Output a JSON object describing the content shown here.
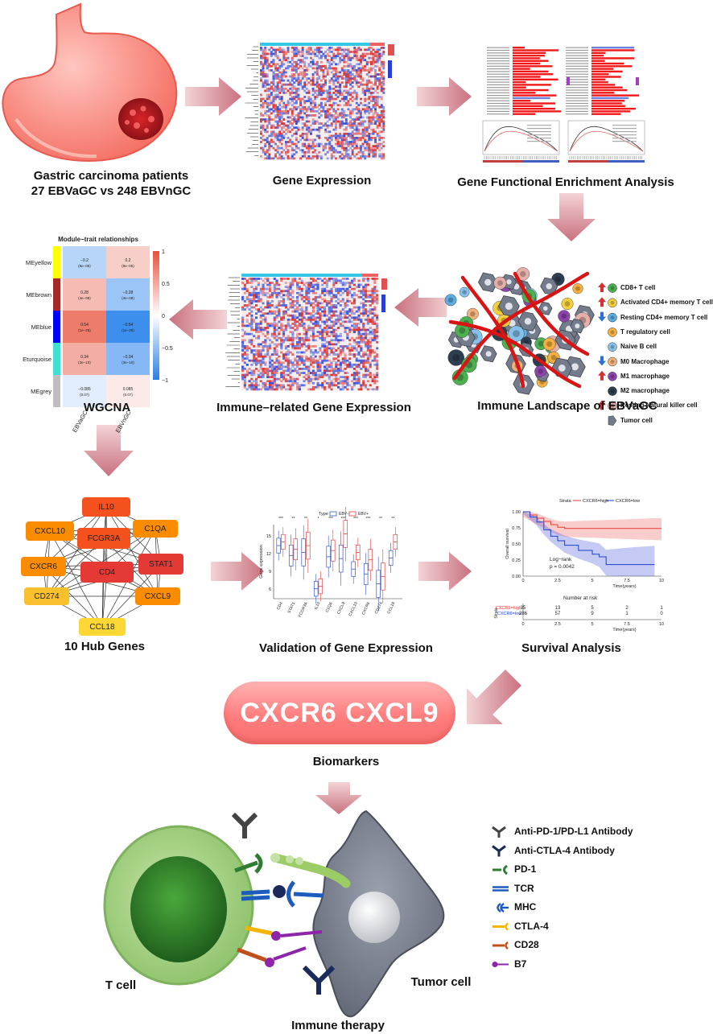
{
  "captions": {
    "patients_line1": "Gastric carcinoma patients",
    "patients_line2": "27 EBVaGC vs 248 EBVnGC",
    "gene_expression": "Gene Expression",
    "enrichment": "Gene Functional Enrichment Analysis",
    "wgcna": "WGCNA",
    "immune_gene_expression": "Immune–related Gene Expression",
    "immune_landscape": "Immune Landscape of EBVaGC",
    "hub_genes": "10 Hub Genes",
    "validation": "Validation of Gene Expression",
    "survival": "Survival Analysis",
    "biomarkers": "Biomarkers",
    "immune_therapy": "Immune therapy",
    "t_cell": "T cell",
    "tumor_cell": "Tumor cell"
  },
  "biomarker_pill": "CXCR6 CXCL9",
  "wgcna_panel": {
    "title": "Module−trait relationships",
    "modules": [
      {
        "name": "MEyellow",
        "color": "#ffff00",
        "c1": "−0.2\n(8e−05)",
        "c2": "0.2\n(8e−05)",
        "v1": -0.2,
        "v2": 0.2
      },
      {
        "name": "MEbrown",
        "color": "#a52a2a",
        "c1": "0.28\n(4e−08)",
        "c2": "−0.28\n(4e−08)",
        "v1": 0.28,
        "v2": -0.28
      },
      {
        "name": "MEblue",
        "color": "#0000ff",
        "c1": "0.54\n(1e−28)",
        "c2": "−0.54\n(1e−28)",
        "v1": 0.54,
        "v2": -0.54
      },
      {
        "name": "Eturquoise",
        "color": "#40e0d0",
        "c1": "0.34\n(3e−10)",
        "c2": "−0.34\n(3e−10)",
        "v1": 0.34,
        "v2": -0.34
      },
      {
        "name": "MEgrey",
        "color": "#bebebe",
        "c1": "−0.085\n(0.07)",
        "c2": "0.085\n(0.07)",
        "v1": -0.085,
        "v2": 0.085
      }
    ],
    "columns": [
      "EBVaGC",
      "EBVnGC"
    ],
    "scale_ticks": [
      "1",
      "0.5",
      "0",
      "−0.5",
      "−1"
    ]
  },
  "immune_legend": [
    {
      "label": "CD8+ T cell",
      "arrow": "up",
      "cell_color": "#4caf50"
    },
    {
      "label": "Activated CD4+ memory T cell",
      "arrow": "up",
      "cell_color": "#f4d03f"
    },
    {
      "label": "Resting CD4+ memory T cell",
      "arrow": "down",
      "cell_color": "#5dade2"
    },
    {
      "label": "T regulatory cell",
      "arrow": "none",
      "cell_color": "#f5b041"
    },
    {
      "label": "Naive B cell",
      "arrow": "none",
      "cell_color": "#85c1e9"
    },
    {
      "label": "M0 Macrophage",
      "arrow": "down",
      "cell_color": "#f0b27a"
    },
    {
      "label": "M1 macrophage",
      "arrow": "up",
      "cell_color": "#8e44ad"
    },
    {
      "label": "M2 macrophage",
      "arrow": "none",
      "cell_color": "#2c3e50"
    },
    {
      "label": "Resting Natural killer cell",
      "arrow": "up",
      "cell_color": "#e6b0aa"
    },
    {
      "label": "Tumor cell",
      "arrow": "none",
      "cell_color": "#707b8c"
    }
  ],
  "hub_network": {
    "nodes": [
      {
        "label": "IL10",
        "color": "#f4511e"
      },
      {
        "label": "CXCL10",
        "color": "#fb8c00"
      },
      {
        "label": "C1QA",
        "color": "#fb8c00"
      },
      {
        "label": "FCGR3A",
        "color": "#f4511e"
      },
      {
        "label": "CXCR6",
        "color": "#fb8c00"
      },
      {
        "label": "CD4",
        "color": "#e53935"
      },
      {
        "label": "STAT1",
        "color": "#e53935"
      },
      {
        "label": "CD274",
        "color": "#fbc02d"
      },
      {
        "label": "CXCL9",
        "color": "#fb8c00"
      },
      {
        "label": "CCL18",
        "color": "#fdd835"
      }
    ]
  },
  "validation_chart": {
    "legend_title": "Type",
    "legend": [
      "EBV−",
      "EBV+"
    ],
    "ylabel": "Gene expression",
    "yticks": [
      "15",
      "12",
      "9",
      "6"
    ],
    "genes": [
      "CD4",
      "STAT1",
      "FCGR3A",
      "IL10",
      "C1QA",
      "CXCL9",
      "CXCL10",
      "CXCR6",
      "CD274",
      "CCL18"
    ],
    "sig": [
      "***",
      "**",
      "**",
      "*",
      "***",
      "***",
      "***",
      "***",
      "**",
      "**"
    ]
  },
  "chart_data": {
    "type": "line",
    "title": "",
    "legend_title": "Strata",
    "xlabel": "Time(years)",
    "ylabel": "Overall survival",
    "xlim": [
      0,
      10
    ],
    "ylim": [
      0,
      1
    ],
    "xticks": [
      "0",
      "2.5",
      "5",
      "7.5",
      "10"
    ],
    "yticks": [
      "1.00",
      "0.75",
      "0.50",
      "0.25",
      "0.00"
    ],
    "annotation_line1": "Log−rank",
    "annotation_line2": "p = 0.0042",
    "series": [
      {
        "name": "CXCR6=high",
        "color": "#e53935",
        "x": [
          0,
          0.5,
          1,
          1.5,
          2,
          2.5,
          3,
          4,
          5,
          6,
          7,
          8,
          9,
          10
        ],
        "y": [
          1.0,
          0.95,
          0.9,
          0.85,
          0.8,
          0.76,
          0.74,
          0.74,
          0.74,
          0.74,
          0.74,
          0.74,
          0.74,
          0.74
        ]
      },
      {
        "name": "CXCR6=low",
        "color": "#1e40c8",
        "x": [
          0,
          0.5,
          1,
          1.5,
          2,
          2.5,
          3,
          4,
          5,
          5.5,
          6,
          7,
          8,
          9.5
        ],
        "y": [
          1.0,
          0.92,
          0.84,
          0.72,
          0.62,
          0.55,
          0.48,
          0.4,
          0.34,
          0.3,
          0.18,
          0.18,
          0.18,
          0.18
        ]
      }
    ],
    "risk_table": {
      "title": "Number at risk",
      "strata_label": "Strata",
      "xticks": [
        "0",
        "2.5",
        "5",
        "7.5",
        "10"
      ],
      "rows": [
        {
          "name": "CXCR6=high",
          "values": [
            "35",
            "13",
            "5",
            "2",
            "1"
          ]
        },
        {
          "name": "CXCR6=low",
          "values": [
            "286",
            "57",
            "9",
            "1",
            "0"
          ]
        }
      ],
      "xlabel": "Time(years)"
    }
  },
  "therapy_legend": [
    {
      "label": "Anti-PD-1/PD-L1 Antibody",
      "color": "#444444"
    },
    {
      "label": "Anti-CTLA-4 Antibody",
      "color": "#1a2a5a"
    },
    {
      "label": "PD-1",
      "color": "#2e7d32"
    },
    {
      "label": "TCR",
      "color": "#1e5bbf"
    },
    {
      "label": "MHC",
      "color": "#1e5bbf"
    },
    {
      "label": "CTLA-4",
      "color": "#f4b400"
    },
    {
      "label": "CD28",
      "color": "#c0501a"
    },
    {
      "label": "B7",
      "color": "#8e24aa"
    }
  ]
}
